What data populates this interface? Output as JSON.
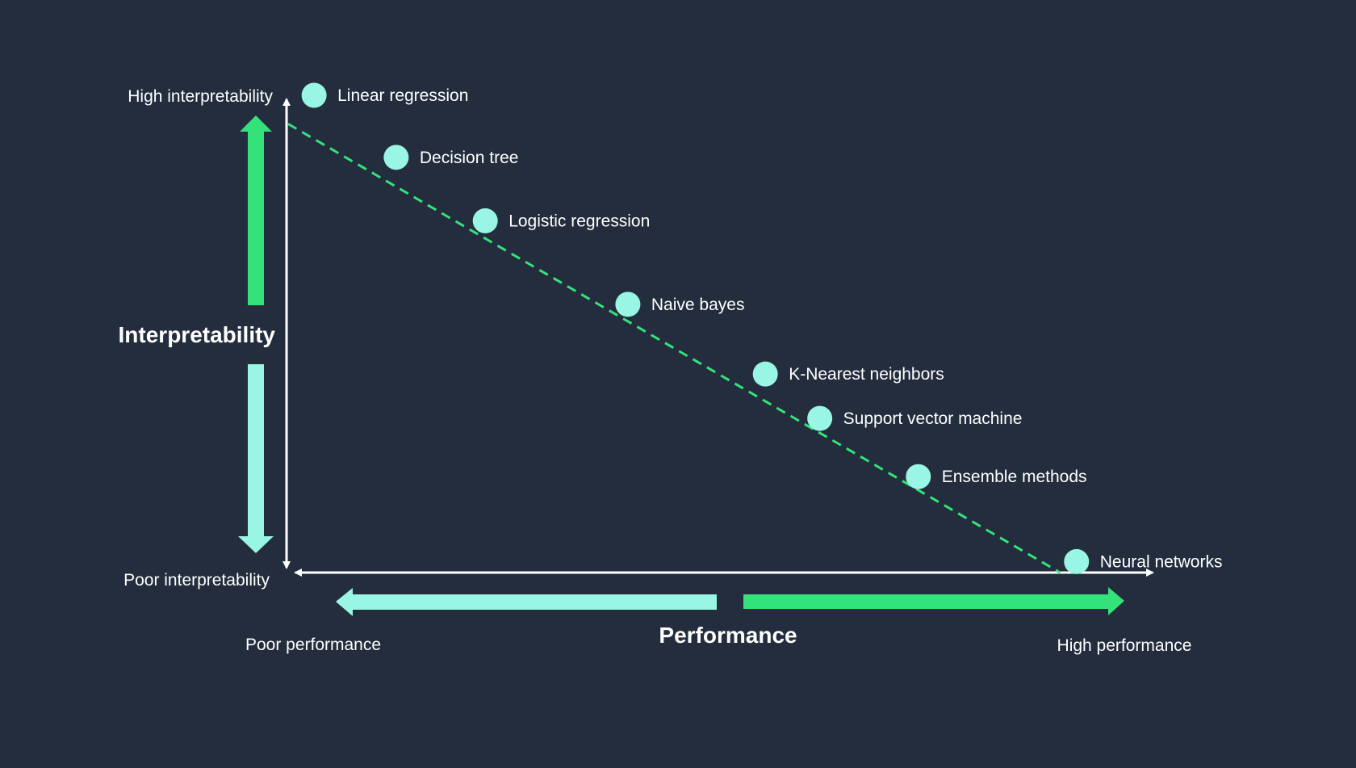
{
  "chart_data": {
    "type": "scatter",
    "title": "",
    "x_axis": {
      "title": "Performance",
      "low_label": "Poor performance",
      "high_label": "High performance"
    },
    "y_axis": {
      "title": "Interpretability",
      "low_label": "Poor interpretability",
      "high_label": "High interpretability"
    },
    "points": [
      {
        "label": "Linear regression",
        "x": 0.03,
        "y": 1.0
      },
      {
        "label": "Decision tree",
        "x": 0.125,
        "y": 0.87
      },
      {
        "label": "Logistic regression",
        "x": 0.228,
        "y": 0.737
      },
      {
        "label": "Naive bayes",
        "x": 0.393,
        "y": 0.562
      },
      {
        "label": "K-Nearest neighbors",
        "x": 0.552,
        "y": 0.416
      },
      {
        "label": "Support vector machine",
        "x": 0.615,
        "y": 0.323
      },
      {
        "label": "Ensemble methods",
        "x": 0.729,
        "y": 0.201
      },
      {
        "label": "Neural networks",
        "x": 0.912,
        "y": 0.023
      }
    ],
    "trend_line": {
      "style": "dashed",
      "from": {
        "x": 0.0,
        "y": 0.94
      },
      "to": {
        "x": 0.893,
        "y": 0.0
      }
    },
    "x_range": [
      0,
      1
    ],
    "y_range": [
      0,
      1
    ],
    "grid": false,
    "legend": "none",
    "colors": {
      "background": "#232d3d",
      "point": "#99f6e4",
      "trend": "#34e27a",
      "axis": "#ffffff",
      "arrow_high": "#34e27a",
      "arrow_low": "#99f6e4"
    }
  }
}
